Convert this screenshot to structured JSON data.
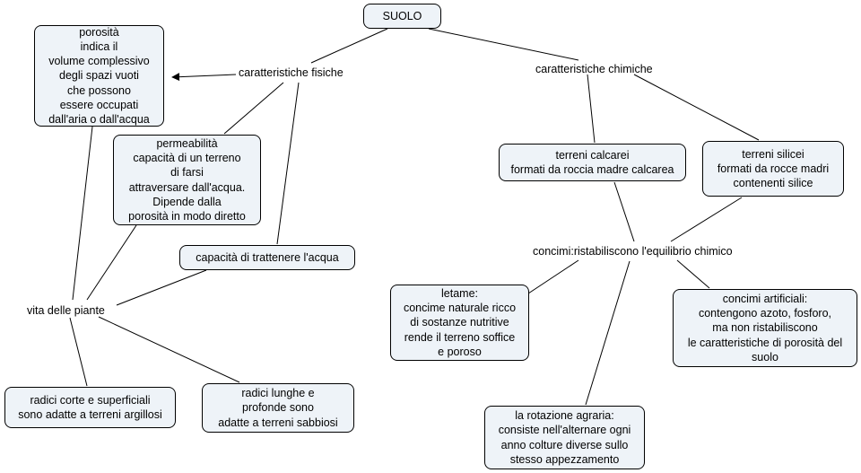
{
  "title": "SUOLO concept map",
  "colors": {
    "node_fill": "#eef3f8",
    "node_border": "#000000",
    "connector": "#000000",
    "background": "#ffffff"
  },
  "nodes": {
    "suolo": "SUOLO",
    "caratteristiche_fisiche": "caratteristiche fisiche",
    "caratteristiche_chimiche": "caratteristiche chimiche",
    "porosita": "porosità\nindica il\nvolume complessivo\ndegli spazi vuoti\nche possono\nessere occupati\ndall'aria o dall'acqua",
    "permeabilita": "permeabilità\ncapacità di un terreno\ndi farsi\nattraversare dall'acqua.\nDipende dalla\nporosità in modo diretto",
    "capacita_trattenere": "capacità di trattenere l'acqua",
    "vita_delle_piante": "vita delle piante",
    "radici_corte": "radici corte e superficiali\nsono adatte a terreni argillosi",
    "radici_lunghe": "radici lunghe e\nprofonde sono\nadatte a terreni sabbiosi",
    "terreni_calcarei": "terreni calcarei\nformati da roccia madre calcarea",
    "terreni_silicei": "terreni silicei\nformati da rocce madri\ncontenenti silice",
    "concimi": "concimi:ristabiliscono l'equilibrio chimico",
    "letame": "letame:\nconcime naturale ricco\ndi sostanze nutritive\nrende il terreno soffice\ne poroso",
    "concimi_artificiali": "concimi artificiali:\ncontengono azoto, fosforo,\nma non ristabiliscono\nle caratteristiche di porosità del\nsuolo",
    "rotazione_agraria": "la rotazione agraria:\nconsiste nell'alternare ogni\nanno colture diverse sullo\nstesso appezzamento"
  }
}
